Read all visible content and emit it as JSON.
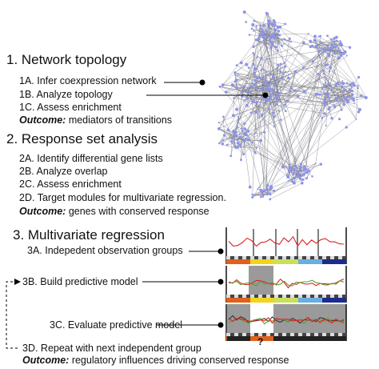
{
  "sections": [
    {
      "title": "1. Network topology",
      "steps": [
        "1A. Infer coexpression network",
        "1B. Analyze topology",
        "1C. Assess enrichment"
      ],
      "outcome_label": "Outcome:",
      "outcome_text": " mediators of transitions"
    },
    {
      "title": "2. Response set analysis",
      "steps": [
        "2A. Identify differential gene lists",
        "2B. Analyze overlap",
        "2C. Assess enrichment",
        "2D. Target modules for multivariate regression."
      ],
      "outcome_label": "Outcome:",
      "outcome_text": " genes with conserved response"
    },
    {
      "title": "3. Multivariate regression",
      "steps": [
        "3A. Indepedent observation groups",
        "3B. Build predictive model",
        "3C. Evaluate predictive model",
        "3D. Repeat with next independent group"
      ],
      "outcome_label": "Outcome:",
      "outcome_text": " regulatory influences driving conserved response"
    }
  ],
  "question_mark": "?",
  "colors": {
    "network_node": "#8c93e6",
    "network_edge": "#6f6f7a",
    "red_series": "#e02020",
    "green_series": "#5aa02c",
    "dark_series": "#333333",
    "gray_shade": "#9a9a9a",
    "bar_orange": "#e0601c",
    "bar_yellow": "#f1d41c",
    "bar_lightgreen": "#c9e05a",
    "bar_lightblue": "#6aaee0",
    "bar_navy": "#1c2c8c",
    "bar_black": "#222222"
  }
}
